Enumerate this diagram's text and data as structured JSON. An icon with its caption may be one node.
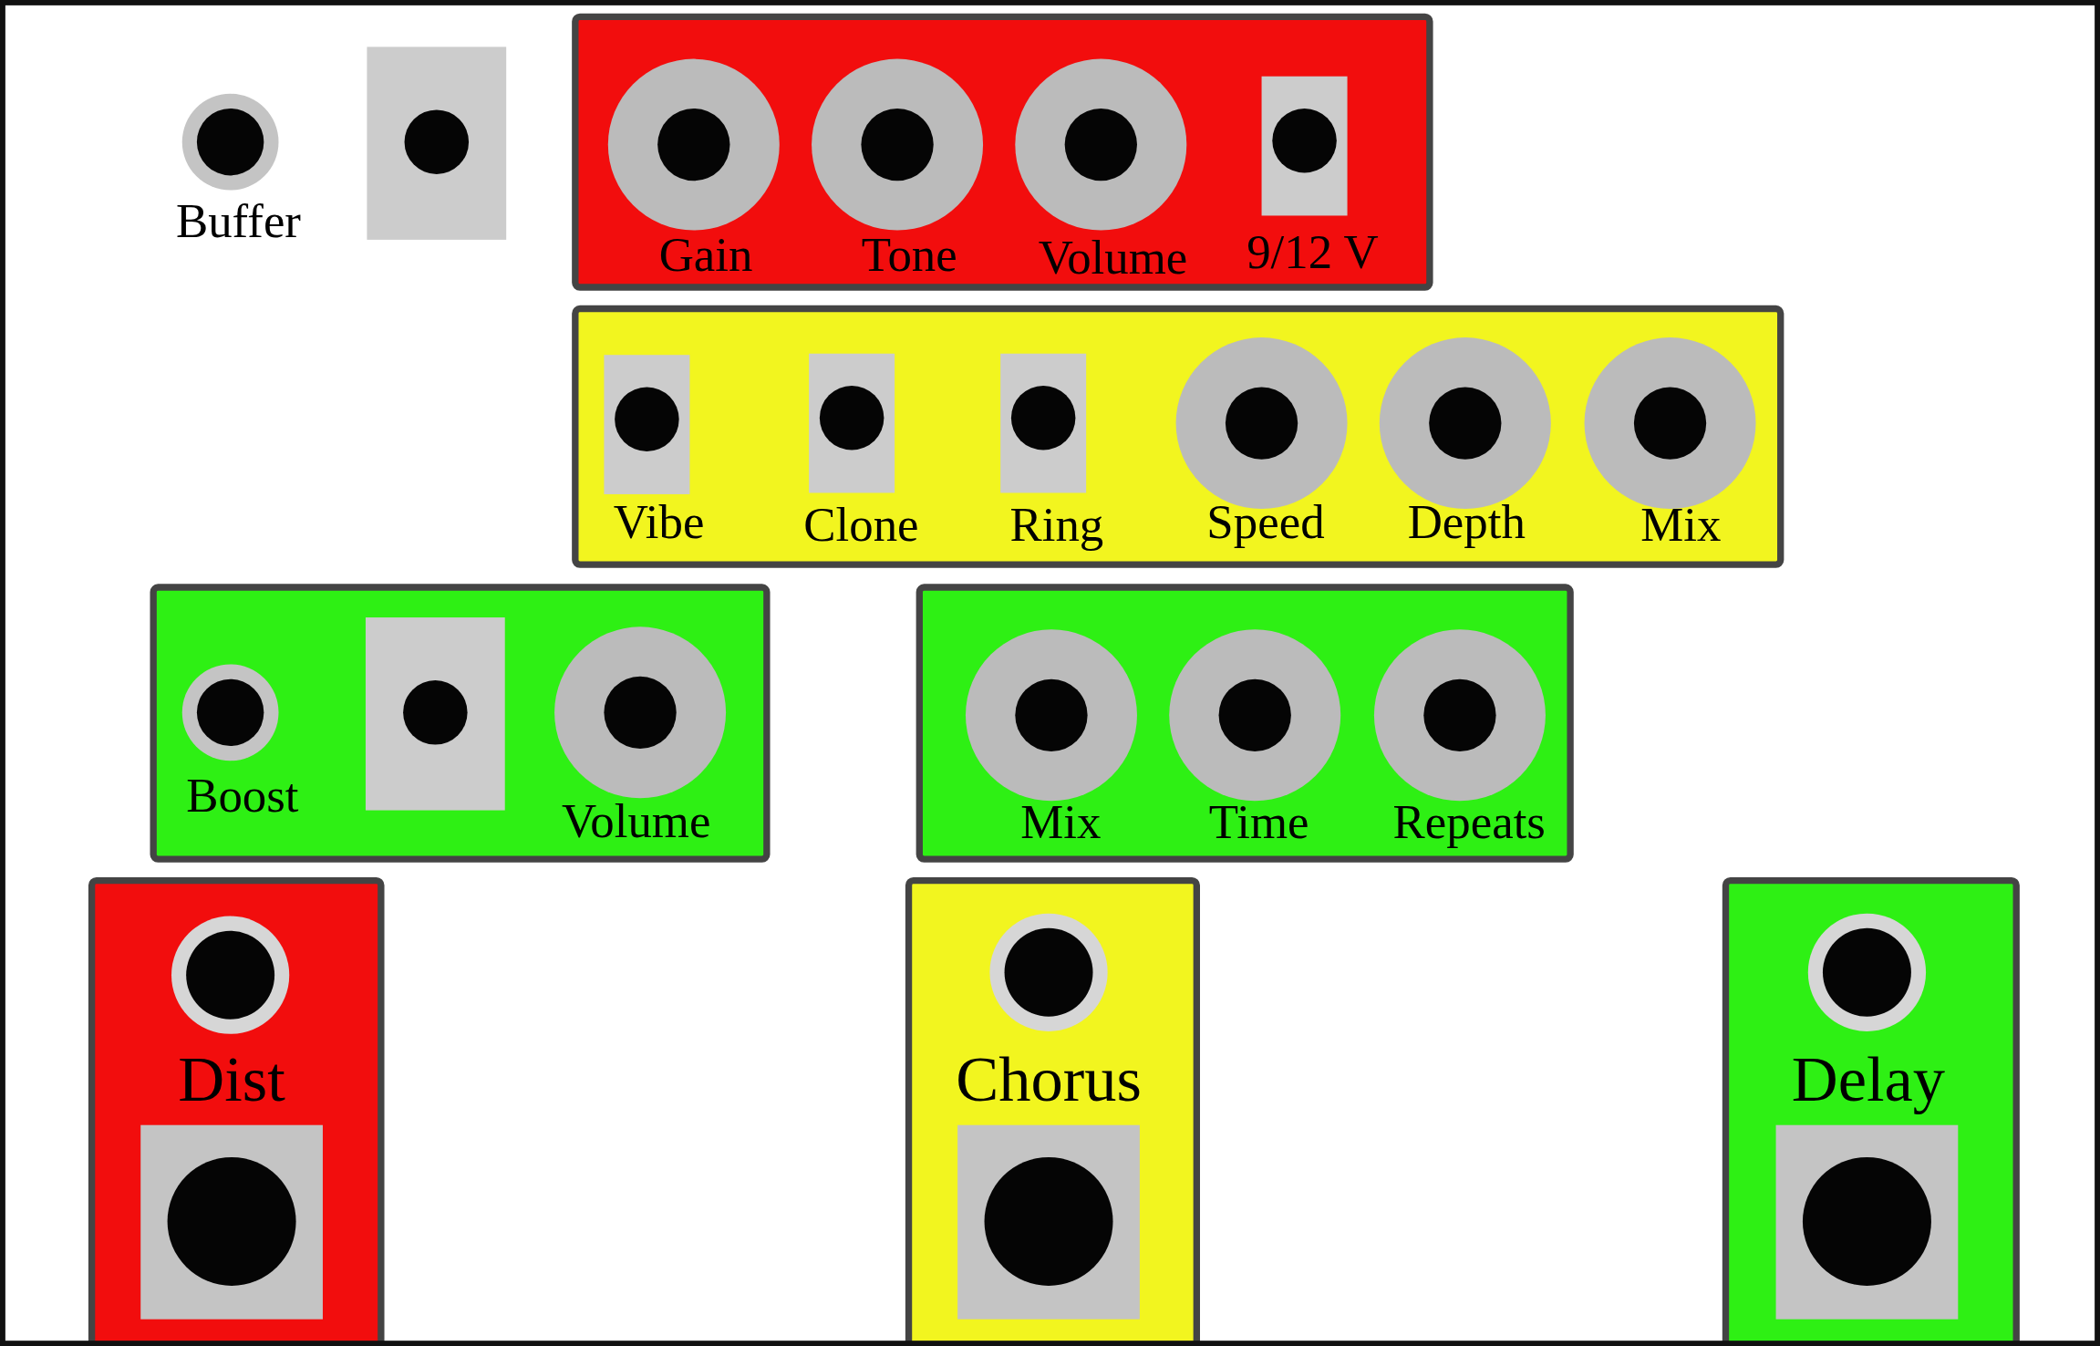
{
  "diagram": {
    "nodes": [
      {
        "text": [
          "Gain",
          "Tone",
          "Volume",
          "9/12 V"
        ]
      },
      {
        "text": [
          "Vibe",
          "Clone",
          "Ring",
          "Speed",
          "Depth",
          "Mix"
        ]
      },
      {
        "text": [
          "Boost",
          "Volume"
        ]
      },
      {
        "text": [
          "Mix",
          "Time",
          "Repeats"
        ]
      },
      {
        "text": [
          "Dist"
        ]
      },
      {
        "text": [
          "Chorus"
        ]
      },
      {
        "text": [
          "Delay"
        ]
      }
    ],
    "edges": [],
    "labels": [
      "Buffer"
    ]
  }
}
